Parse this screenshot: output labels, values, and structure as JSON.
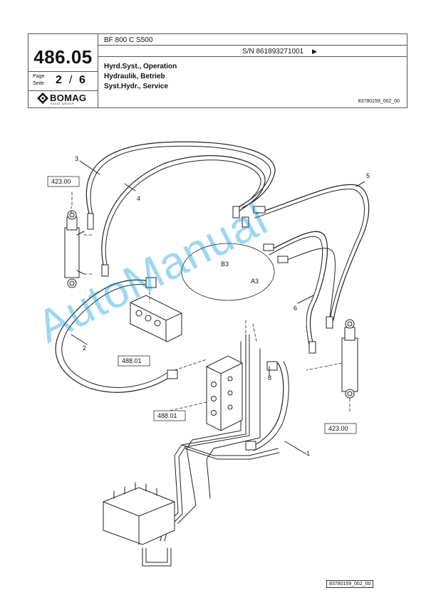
{
  "header": {
    "model": "BF 800 C S500",
    "serial": "S/N 861893271001",
    "serial_arrow": "▶",
    "page_number": "486.05",
    "page_label_de": "Page",
    "page_label_en": "Seite",
    "page_current": "2",
    "page_separator": "/",
    "page_total": "6",
    "brand": "BOMAG",
    "brand_sub": "FAYAT GROUP",
    "title_lines": [
      "Hyrd.Syst., Operation",
      "Hydraulik, Betrieb",
      "Syst.Hydr., Service"
    ],
    "doc_ref": "83780159_002_00"
  },
  "diagram": {
    "item_labels": [
      "1",
      "2",
      "3",
      "4",
      "5",
      "6",
      "8"
    ],
    "port_labels": [
      "B3",
      "A3"
    ],
    "reference_boxes": [
      "423.00",
      "488.01",
      "488.01",
      "423.00"
    ]
  },
  "footer": {
    "doc_ref": "83780159_002_00"
  },
  "watermark": "AutoManual"
}
